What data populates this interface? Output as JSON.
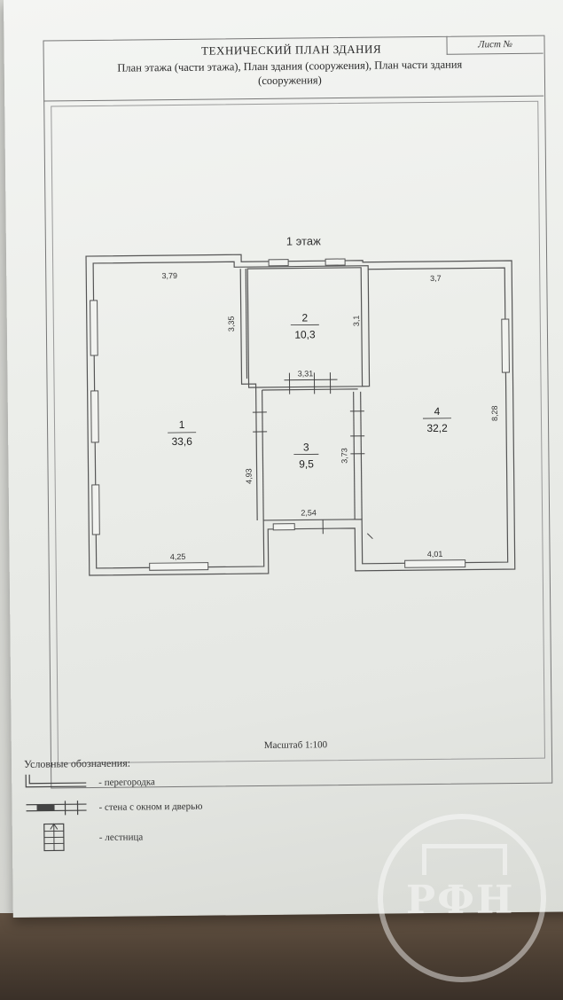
{
  "document": {
    "title": "ТЕХНИЧЕСКИЙ ПЛАН ЗДАНИЯ",
    "sheet_label": "Лист №",
    "subtitle_line1": "План этажа (части этажа), План здания (сооружения), План части здания",
    "subtitle_line2": "(сооружения)"
  },
  "plan": {
    "floor_label": "1 этаж",
    "rooms": [
      {
        "number": "1",
        "area": "33,6"
      },
      {
        "number": "2",
        "area": "10,3"
      },
      {
        "number": "3",
        "area": "9,5"
      },
      {
        "number": "4",
        "area": "32,2"
      }
    ],
    "dimensions": {
      "room1_top": "3,79",
      "room1_bottom": "4,25",
      "room1_side": "4,93",
      "room2_side_left": "3,35",
      "room2_side_right": "3,1",
      "room2_bottom": "3,31",
      "room3_side": "3,73",
      "room3_bottom": "2,54",
      "room4_top": "3,7",
      "room4_side": "8,28",
      "room4_bottom": "4,01"
    }
  },
  "scale": "Масштаб 1:100",
  "legend": {
    "title": "Условные обозначения:",
    "items": [
      {
        "label": "- перегородка"
      },
      {
        "label": "- стена с окном и дверью"
      },
      {
        "label": "- лестница"
      }
    ]
  }
}
